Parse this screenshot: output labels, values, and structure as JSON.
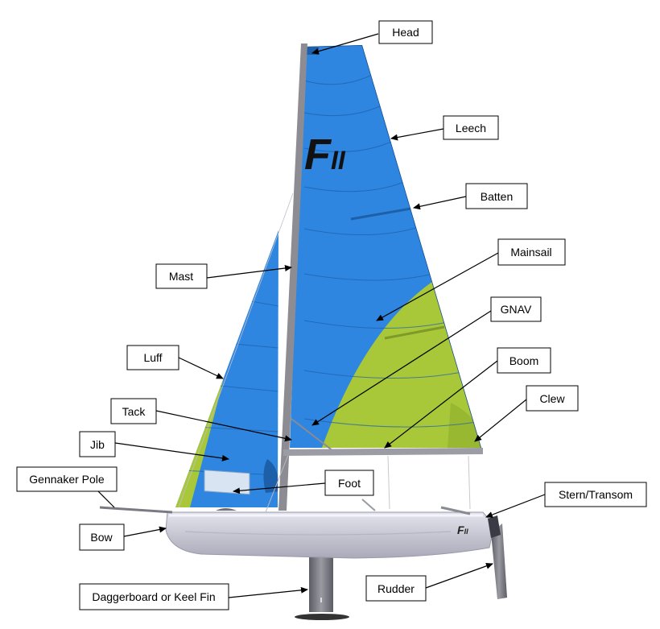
{
  "labels": {
    "head": "Head",
    "leech": "Leech",
    "batten": "Batten",
    "mainsail": "Mainsail",
    "mast": "Mast",
    "gnav": "GNAV",
    "luff": "Luff",
    "boom": "Boom",
    "clew": "Clew",
    "tack": "Tack",
    "jib": "Jib",
    "foot": "Foot",
    "gennaker_pole": "Gennaker Pole",
    "stern_transom": "Stern/Transom",
    "bow": "Bow",
    "rudder": "Rudder",
    "daggerboard": "Daggerboard or Keel Fin"
  },
  "sail_logo": {
    "letter": "F",
    "numeral": "II"
  },
  "hull_logo": {
    "letter": "F",
    "numeral": "II"
  },
  "colors": {
    "sail_blue": "#2f86e0",
    "sail_green": "#a8c83a",
    "sail_seam": "#1d5fa8",
    "hull": "#c9c9d6",
    "mast": "#8c8c92",
    "foil": "#707078"
  }
}
